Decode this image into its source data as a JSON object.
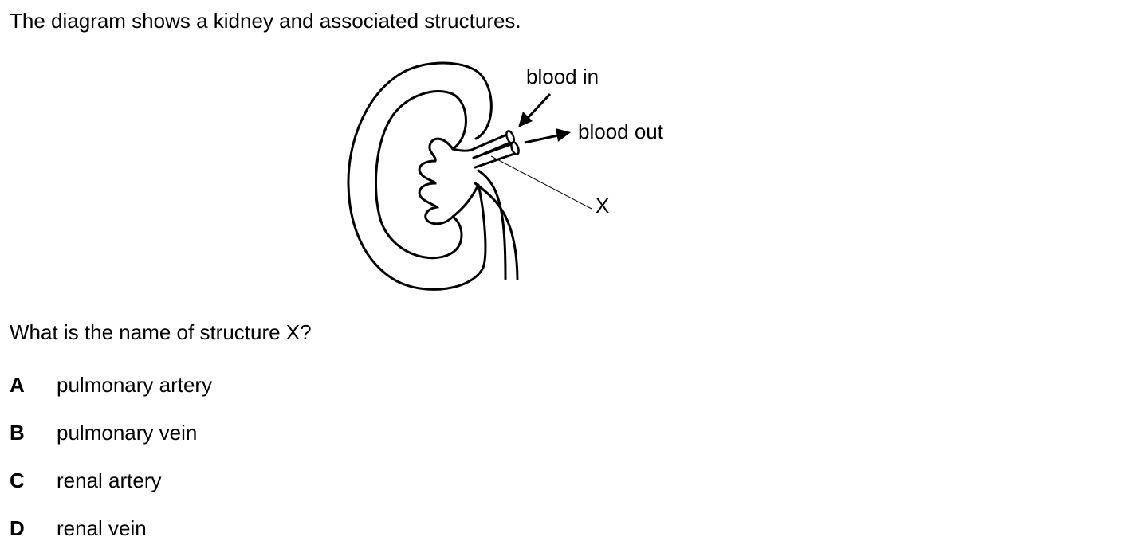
{
  "intro_text": "The diagram shows a kidney and associated structures.",
  "diagram": {
    "label_blood_in": "blood in",
    "label_blood_out": "blood out",
    "label_x": "X"
  },
  "question_text": "What is the name of structure X?",
  "options": [
    {
      "letter": "A",
      "text": "pulmonary artery"
    },
    {
      "letter": "B",
      "text": "pulmonary vein"
    },
    {
      "letter": "C",
      "text": "renal artery"
    },
    {
      "letter": "D",
      "text": "renal vein"
    }
  ]
}
